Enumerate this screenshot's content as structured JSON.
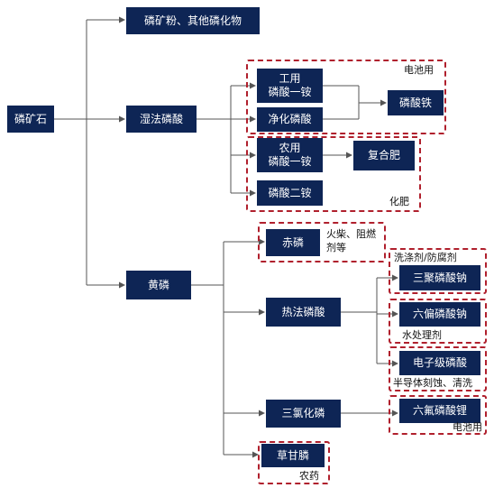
{
  "colors": {
    "node_fill": "#0e2555",
    "node_text": "#ffffff",
    "connector": "#555555",
    "group_border": "#b0202d"
  },
  "nodes": {
    "root": "磷矿石",
    "phosphate_powder": "磷矿粉、其他磷化物",
    "wet_acid": "湿法磷酸",
    "industrial_map_1": "工用",
    "industrial_map_2": "磷酸一铵",
    "purified_acid": "净化磷酸",
    "iron_phosphate": "磷酸铁",
    "agri_map_1": "农用",
    "agri_map_2": "磷酸一铵",
    "compound_fert": "复合肥",
    "dap": "磷酸二铵",
    "yellow_p": "黄磷",
    "red_p": "赤磷",
    "thermal_acid": "热法磷酸",
    "stpp": "三聚磷酸钠",
    "shmp": "六偏磷酸钠",
    "electronic_acid": "电子级磷酸",
    "pcl3": "三氯化磷",
    "lipf6": "六氟磷酸锂",
    "glyphosate": "草甘膦"
  },
  "labels": {
    "battery_1": "电池用",
    "fertilizer": "化肥",
    "matches_1": "火柴、阻燃",
    "matches_2": "剂等",
    "detergent": "洗涤剂/防腐剂",
    "water_treat": "水处理剂",
    "semiconductor": "半导体刻蚀、清洗",
    "battery_2": "电池用",
    "pesticide": "农药"
  }
}
